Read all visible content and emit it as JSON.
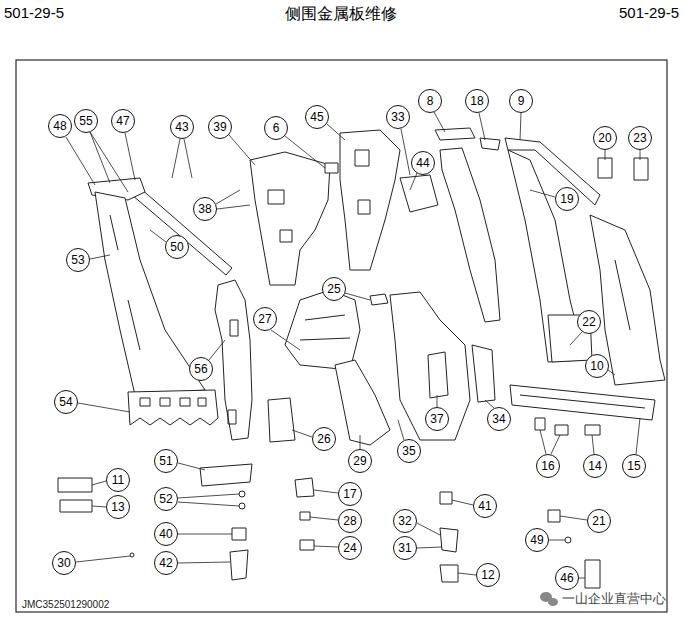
{
  "diagram": {
    "title": "侧围金属板维修",
    "nodes": [
      {
        "text": [
          "48"
        ]
      },
      {
        "text": [
          "55"
        ]
      },
      {
        "text": [
          "47"
        ]
      },
      {
        "text": [
          "43"
        ]
      },
      {
        "text": [
          "39"
        ]
      },
      {
        "text": [
          "6"
        ]
      },
      {
        "text": [
          "45"
        ]
      },
      {
        "text": [
          "33"
        ]
      },
      {
        "text": [
          "8"
        ]
      },
      {
        "text": [
          "18"
        ]
      },
      {
        "text": [
          "9"
        ]
      },
      {
        "text": [
          "20"
        ]
      },
      {
        "text": [
          "23"
        ]
      },
      {
        "text": [
          "44"
        ]
      },
      {
        "text": [
          "19"
        ]
      },
      {
        "text": [
          "38"
        ]
      },
      {
        "text": [
          "50"
        ]
      },
      {
        "text": [
          "53"
        ]
      },
      {
        "text": [
          "25"
        ]
      },
      {
        "text": [
          "27"
        ]
      },
      {
        "text": [
          "22"
        ]
      },
      {
        "text": [
          "10"
        ]
      },
      {
        "text": [
          "56"
        ]
      },
      {
        "text": [
          "54"
        ]
      },
      {
        "text": [
          "37"
        ]
      },
      {
        "text": [
          "34"
        ]
      },
      {
        "text": [
          "26"
        ]
      },
      {
        "text": [
          "35"
        ]
      },
      {
        "text": [
          "29"
        ]
      },
      {
        "text": [
          "51"
        ]
      },
      {
        "text": [
          "16"
        ]
      },
      {
        "text": [
          "14"
        ]
      },
      {
        "text": [
          "15"
        ]
      },
      {
        "text": [
          "11"
        ]
      },
      {
        "text": [
          "17"
        ]
      },
      {
        "text": [
          "52"
        ]
      },
      {
        "text": [
          "41"
        ]
      },
      {
        "text": [
          "13"
        ]
      },
      {
        "text": [
          "28"
        ]
      },
      {
        "text": [
          "32"
        ]
      },
      {
        "text": [
          "21"
        ]
      },
      {
        "text": [
          "40"
        ]
      },
      {
        "text": [
          "49"
        ]
      },
      {
        "text": [
          "24"
        ]
      },
      {
        "text": [
          "31"
        ]
      },
      {
        "text": [
          "30"
        ]
      },
      {
        "text": [
          "42"
        ]
      },
      {
        "text": [
          "12"
        ]
      },
      {
        "text": [
          "46"
        ]
      }
    ],
    "labels": [
      "501-29-5",
      "501-29-5",
      "JMC352501290002",
      "一山企业直营中心"
    ]
  }
}
